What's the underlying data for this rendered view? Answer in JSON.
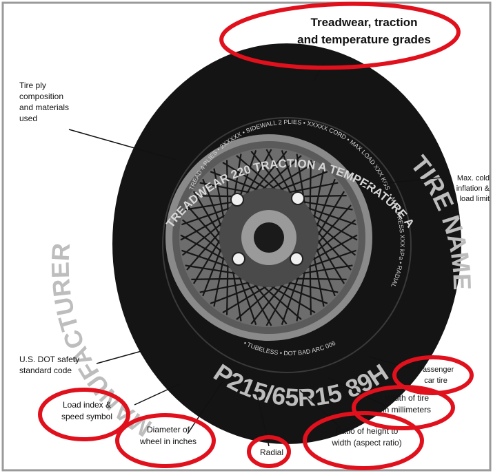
{
  "sidewall": {
    "manufacturer": "MANUFACTURER",
    "tire_name": "TIRE NAME",
    "size_code": "P215/65R15 89H",
    "grades": "TREADWEAR 220  TRACTION A  TEMPERATURE A",
    "inner_ring_top": "TREAD 4 PLIES • 2XXXXX • SIDEWALL 2 PLIES • XXXXX CORD • MAX LOAD XXX KGS",
    "inner_ring_right": "• MAX PRESS XXX kPa • RADIAL",
    "inner_ring_bottom": "• TUBELESS • DOT BAD ARC 006"
  },
  "labels": {
    "grades": [
      "Treadwear, traction",
      "and temperature grades"
    ],
    "ply": [
      "Tire ply",
      "composition",
      "and materials",
      "used"
    ],
    "max_cold": [
      "Max. cold",
      "inflation &",
      "load limit"
    ],
    "dot": [
      "U.S. DOT safety",
      "standard code"
    ],
    "passenger": [
      "Passenger",
      "car tire"
    ],
    "width": [
      "Width of tire",
      "in millimeters"
    ],
    "load_index": [
      "Load index &",
      "speed symbol"
    ],
    "diameter": [
      "Diameter of",
      "wheel in inches"
    ],
    "radial": [
      "Radial"
    ],
    "ratio": [
      "Ratio of height to",
      "width (aspect ratio)"
    ]
  },
  "colors": {
    "highlight": "#e0101c",
    "tire": "#141414",
    "sidewall_text": "#bdbdbd",
    "rim": "#8a8a8a"
  }
}
